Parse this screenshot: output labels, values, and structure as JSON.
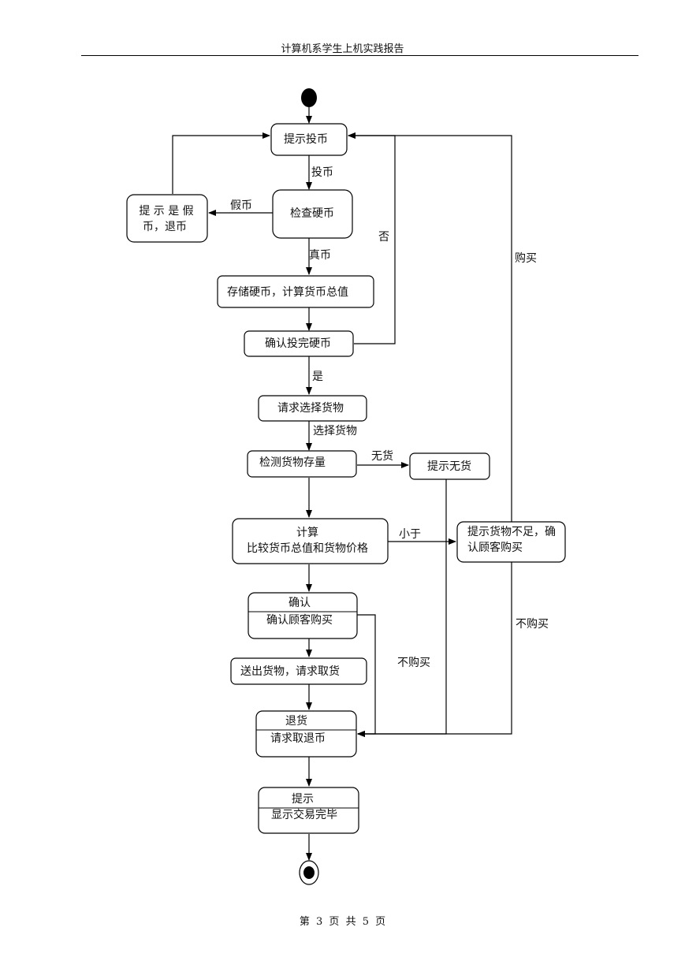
{
  "header": {
    "title": "计算机系学生上机实践报告"
  },
  "footer": {
    "pre": "第",
    "current": "3",
    "mid1": "页",
    "mid2": "共",
    "total": "5",
    "post": "页"
  },
  "diagram": {
    "nodes": {
      "prompt_coin": "提示投币",
      "check_coin": "检查硬币",
      "fake_line1": "提 示 是 假",
      "fake_line2": "币，退币",
      "store_coin": "存储硬币，计算货币总值",
      "confirm_done": "确认投完硬币",
      "request_select": "请求选择货物",
      "check_stock": "检测货物存量",
      "no_stock": "提示无货",
      "calc_title": "计算",
      "calc_body": "比较货币总值和货物价格",
      "insufficient_line1": "提示货物不足，确",
      "insufficient_line2": "认顾客购买",
      "confirm_title": "确认",
      "confirm_body": "确认顾客购买",
      "deliver": "送出货物，请求取货",
      "refund_title": "退货",
      "refund_body": "请求取退币",
      "finish_title": "提示",
      "finish_body": "显示交易完毕"
    },
    "edges": {
      "insert_coin": "投币",
      "fake": "假币",
      "real": "真币",
      "no": "否",
      "yes": "是",
      "buy": "购买",
      "select_goods": "选择货物",
      "out_of_stock": "无货",
      "less_than": "小于",
      "not_buy_right": "不购买",
      "not_buy_mid": "不购买"
    }
  }
}
